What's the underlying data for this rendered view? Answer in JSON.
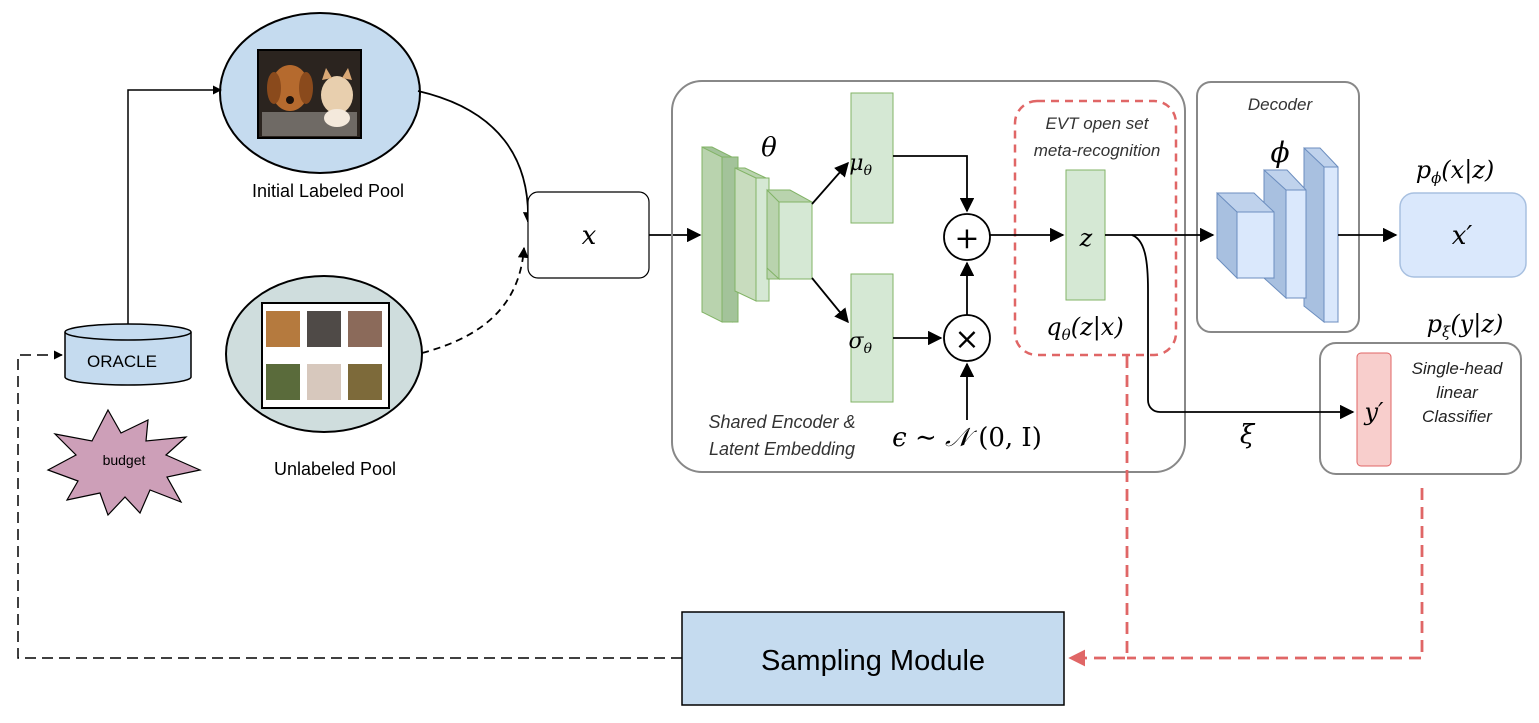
{
  "pools": {
    "labeled_caption": "Initial Labeled Pool",
    "unlabeled_caption": "Unlabeled Pool"
  },
  "oracle": {
    "label": "ORACLE"
  },
  "budget": {
    "label": "budget"
  },
  "input": {
    "label": "x"
  },
  "encoder": {
    "theta": "θ",
    "mu": "μ",
    "mu_sub": "θ",
    "sigma": "σ",
    "sigma_sub": "θ",
    "caption_line1": "Shared Encoder &",
    "caption_line2": "Latent Embedding",
    "plus": "+",
    "times": "×",
    "epsilon_prefix": "ϵ ∼ ",
    "epsilon_dist": "𝒩",
    "epsilon_params": " (0, I)"
  },
  "evt": {
    "title_line1": "EVT open set",
    "title_line2": "meta-recognition",
    "z": "z",
    "q_main": "q",
    "q_sub": "θ",
    "q_args": "(z|x)"
  },
  "decoder": {
    "title": "Decoder",
    "phi": "ϕ",
    "p_main": "p",
    "p_sub": "ϕ",
    "p_args": "(x|z)",
    "output": "x′"
  },
  "classifier": {
    "p_main": "p",
    "p_sub": "ξ",
    "p_args": "(y|z)",
    "output": "y′",
    "line1": "Single-head",
    "line2": "linear",
    "line3": "Classifier",
    "xi": "ξ"
  },
  "sampling": {
    "label": "Sampling Module"
  },
  "colors": {
    "green": "#d5e8d4",
    "green_stroke": "#82b366",
    "blue": "#dae8fc",
    "blue_stroke": "#6c8ebf",
    "pool_blue": "#c5dbef",
    "pool_gray": "#cfdddd",
    "red": "#e06666",
    "pink": "#f8cecc",
    "budget": "#cd9fb8",
    "sampling": "#c5dbef"
  }
}
